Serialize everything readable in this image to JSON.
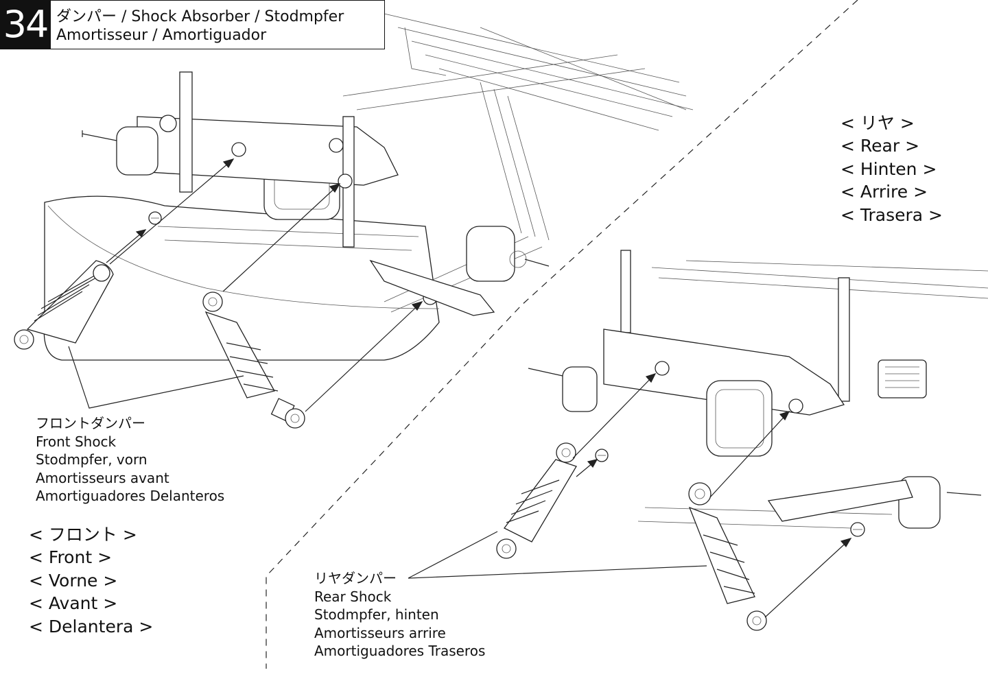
{
  "header": {
    "step_number": "34",
    "title_line_1": "ダンパー / Shock Absorber / Stodmpfer",
    "title_line_2": "Amortisseur / Amortiguador"
  },
  "front_shock_label": [
    "フロントダンパー",
    "Front Shock",
    "Stodmpfer, vorn",
    "Amortisseurs avant",
    "Amortiguadores Delanteros"
  ],
  "front_section": [
    "< フロント >",
    "< Front >",
    "< Vorne >",
    "< Avant >",
    "< Delantera >"
  ],
  "rear_section": [
    "< リヤ >",
    "< Rear >",
    "< Hinten >",
    "< Arrire   >",
    "< Trasera >"
  ],
  "rear_shock_label": [
    "リヤダンパー",
    "Rear Shock",
    "Stodmpfer, hinten",
    "Amortisseurs arrire",
    "Amortiguadores Traseros"
  ],
  "icons": {
    "front_chassis": "front-chassis-illustration",
    "rear_chassis": "rear-chassis-illustration",
    "shock": "shock-absorber-icon",
    "screw": "screw-icon"
  }
}
